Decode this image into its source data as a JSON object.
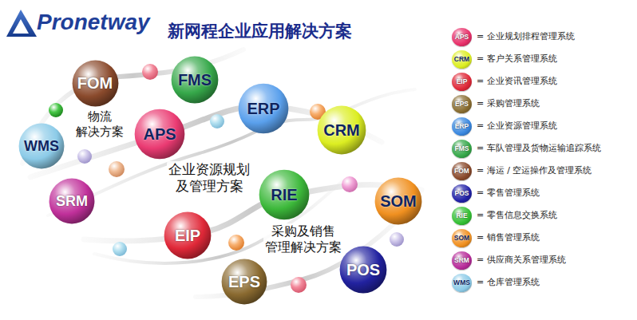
{
  "diagram": {
    "title": "新网程企业应用解决方案",
    "nodes": [
      {
        "text": [
          "FOM"
        ]
      },
      {
        "text": [
          "FMS"
        ]
      },
      {
        "text": [
          "ERP"
        ]
      },
      {
        "text": [
          "WMS"
        ]
      },
      {
        "text": [
          "APS"
        ]
      },
      {
        "text": [
          "CRM"
        ]
      },
      {
        "text": [
          "SRM"
        ]
      },
      {
        "text": [
          "RIE"
        ]
      },
      {
        "text": [
          "SOM"
        ]
      },
      {
        "text": [
          "EIP"
        ]
      },
      {
        "text": [
          "POS"
        ]
      },
      {
        "text": [
          "EPS"
        ]
      }
    ],
    "labels": [
      "Pronetway",
      "物流 解决方案",
      "企业资源规划 及管理方案",
      "采购及销售 管理解决方案",
      "APS",
      "CRM",
      "EIP",
      "EPS",
      "ERP",
      "FMS",
      "FOM",
      "POS",
      "RIE",
      "SOM",
      "SRM",
      "WMS"
    ],
    "legend": [
      {
        "text": "= 企业规划排程管理系统",
        "color": "#e8306a"
      },
      {
        "text": "= 客户关系管理系统",
        "color": "#dcee22"
      },
      {
        "text": "= 企业资讯管理系统",
        "color": "#e02838"
      },
      {
        "text": "= 采购管理系统",
        "color": "#8a6e32"
      },
      {
        "text": "= 企业资源管理系统",
        "color": "#3a88e0"
      },
      {
        "text": "= 车队管理及货物运输追踪系统",
        "color": "#36a84a"
      },
      {
        "text": "= 海运 / 空运操作及管理系统",
        "color": "#8a4a2c"
      },
      {
        "text": "= 零售管理系统",
        "color": "#2222a8"
      },
      {
        "text": "= 零售信息交换系统",
        "color": "#34c034"
      },
      {
        "text": "= 销售管理系统",
        "color": "#f09020"
      },
      {
        "text": "= 供应商关系管理系统",
        "color": "#b82c9a"
      },
      {
        "text": "= 仓库管理系统",
        "color": "#8ccbe8"
      }
    ]
  }
}
